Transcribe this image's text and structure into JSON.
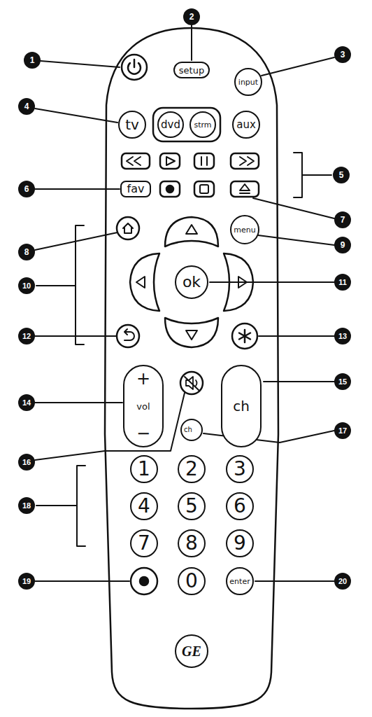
{
  "diagram": {
    "nodes": [
      {
        "text": [
          "setup"
        ]
      },
      {
        "text": [
          "input"
        ]
      },
      {
        "text": [
          "tv"
        ]
      },
      {
        "text": [
          "dvd"
        ]
      },
      {
        "text": [
          "strm"
        ]
      },
      {
        "text": [
          "aux"
        ]
      },
      {
        "text": [
          "fav"
        ]
      },
      {
        "text": [
          "menu"
        ]
      },
      {
        "text": [
          "ok"
        ]
      },
      {
        "text": [
          "+",
          "vol",
          "−"
        ]
      },
      {
        "text": [
          "ch"
        ]
      },
      {
        "text": [
          "ch"
        ]
      },
      {
        "text": [
          "1"
        ]
      },
      {
        "text": [
          "2"
        ]
      },
      {
        "text": [
          "3"
        ]
      },
      {
        "text": [
          "4"
        ]
      },
      {
        "text": [
          "5"
        ]
      },
      {
        "text": [
          "6"
        ]
      },
      {
        "text": [
          "7"
        ]
      },
      {
        "text": [
          "8"
        ]
      },
      {
        "text": [
          "9"
        ]
      },
      {
        "text": [
          "0"
        ]
      },
      {
        "text": [
          "enter"
        ]
      },
      {
        "text": [
          "GE"
        ]
      }
    ],
    "labels": [
      "1",
      "2",
      "3",
      "4",
      "5",
      "6",
      "7",
      "8",
      "9",
      "10",
      "11",
      "12",
      "13",
      "14",
      "15",
      "16",
      "17",
      "18",
      "19",
      "20"
    ]
  }
}
